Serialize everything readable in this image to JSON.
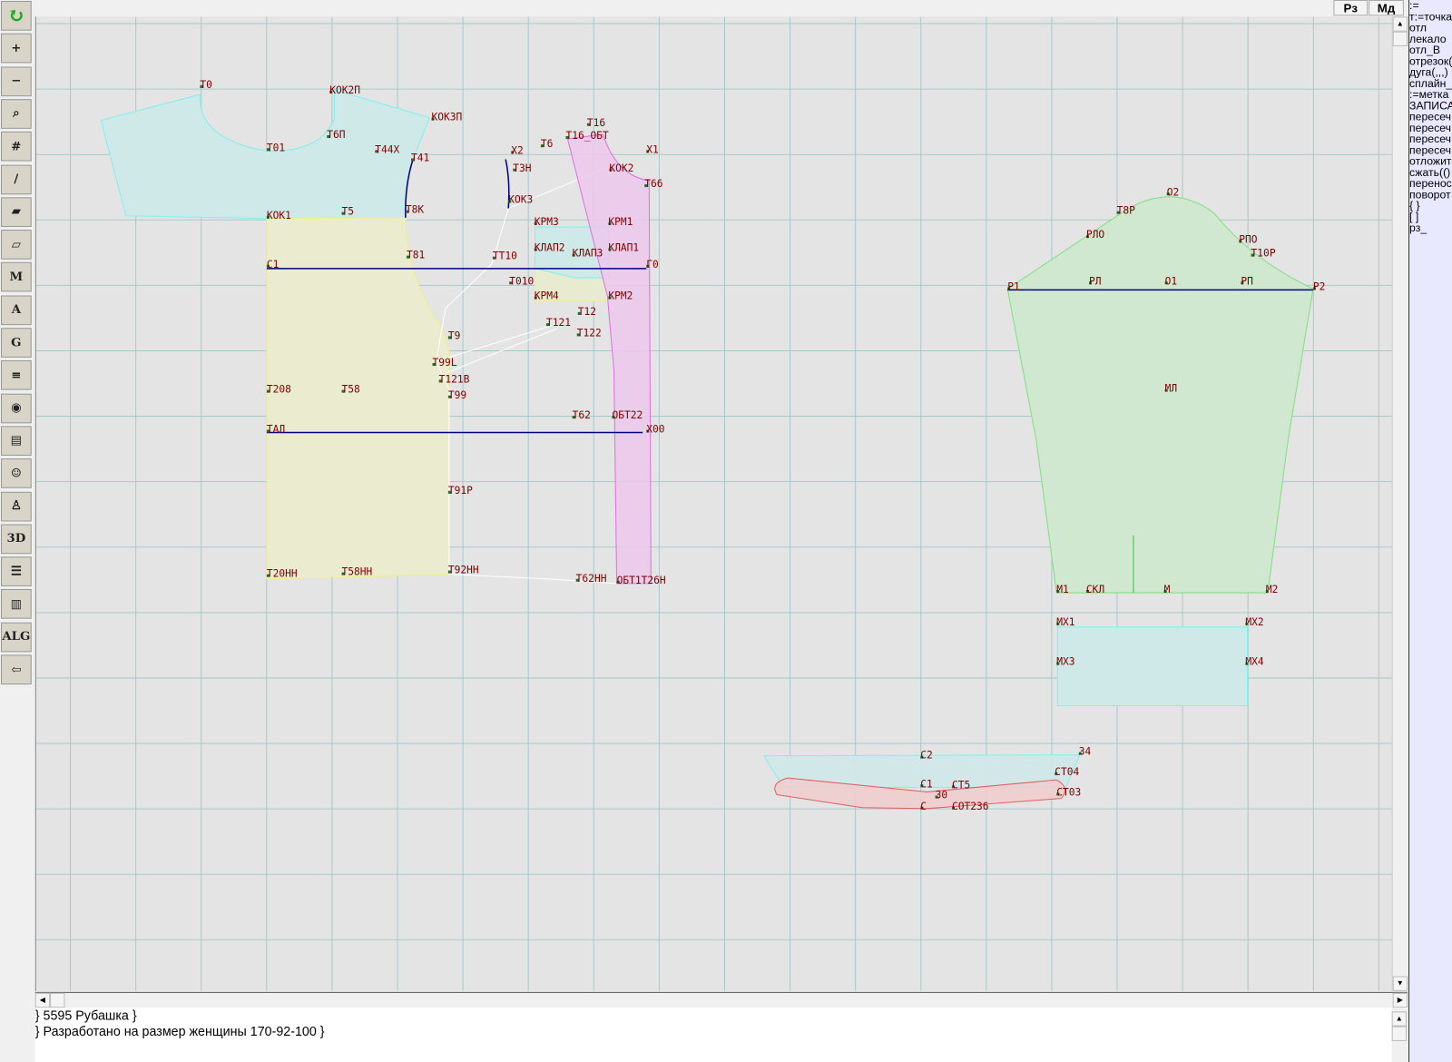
{
  "toolbar": {
    "icons": [
      "refresh-icon",
      "zoom-in-icon",
      "zoom-out-icon",
      "zoom-fit-icon",
      "grid-icon",
      "segment-icon",
      "map-icon",
      "pattern-icon",
      "model-icon",
      "compass-icon",
      "grade-icon",
      "ruler-icon",
      "camera-icon",
      "table-icon",
      "photo-icon",
      "jacket-icon",
      "3d-icon",
      "text-list-icon",
      "books-icon",
      "algorithm-icon",
      "exit-icon"
    ],
    "glyphs": [
      "↻",
      "+",
      "−",
      "⌕",
      "#",
      "/",
      "▰",
      "▱",
      "M",
      "A",
      "G",
      "≡",
      "◉",
      "▤",
      "☺",
      "♙",
      "3D",
      "☰",
      "▥",
      "ALG",
      "⇦"
    ]
  },
  "top_buttons": {
    "rz": "Рз",
    "md": "Мд"
  },
  "command_panel": [
    ":=",
    "т:=точка",
    "отл",
    "лекало",
    "отл_В",
    "отрезок(",
    "дуга(,,,)",
    "сплайн_",
    ":=метка",
    "ЗАПИСА",
    "пересеч",
    "пересеч",
    "пересеч",
    "пересеч",
    "отложит",
    "сжать(()",
    "перенос",
    "поворот",
    "{ }",
    "[ ]",
    "рз_"
  ],
  "info": {
    "line1": "} 5595  Рубашка }",
    "line2": "} Разработано на размер женщины 170-92-100 }"
  },
  "colors": {
    "yoke": "#cfe8e8",
    "front": "#ebebcf",
    "facing": "#ecc8ec",
    "sleeve": "#cfe8cf",
    "collar": "#f0cccc",
    "label": "#800000"
  },
  "labels": [
    "Т0",
    "КОК2П",
    "КОК3П",
    "Т6П",
    "Т01",
    "Т44Х",
    "Т41",
    "Х2",
    "Т3Н",
    "Т6",
    "Т16",
    "Т16_ОБТ",
    "Х1",
    "КОК2",
    "Т66",
    "КОК3",
    "Т5",
    "КОК1",
    "Т8К",
    "КРМ3",
    "КРМ1",
    "КЛАП2",
    "КЛАП1",
    "КЛАП3",
    "С1",
    "Т81",
    "ТТ10",
    "Г0",
    "Т010",
    "КРМ4",
    "КРМ2",
    "Т12",
    "Т121",
    "Т122",
    "Т9",
    "Т99L",
    "Т121В",
    "Т99",
    "Т208",
    "Т58",
    "Т62",
    "ОБТ22",
    "ТАЛ",
    "Х00",
    "Т91Р",
    "Т20НН",
    "Т58НН",
    "Т92НН",
    "Т62НН",
    "ОБТ1Т26Н",
    "О2",
    "Т8Р",
    "РЛО",
    "РПО",
    "Т10Р",
    "Р1",
    "РЛ",
    "О1",
    "РП",
    "Р2",
    "МЛ",
    "М1",
    "СКЛ",
    "М",
    "М2",
    "МХ1",
    "МХ2",
    "МХ3",
    "МХ4",
    "С2",
    "З4",
    "СТ04",
    "С1",
    "З0",
    "СТ5",
    "СТ03",
    "С",
    "СОТ236"
  ]
}
